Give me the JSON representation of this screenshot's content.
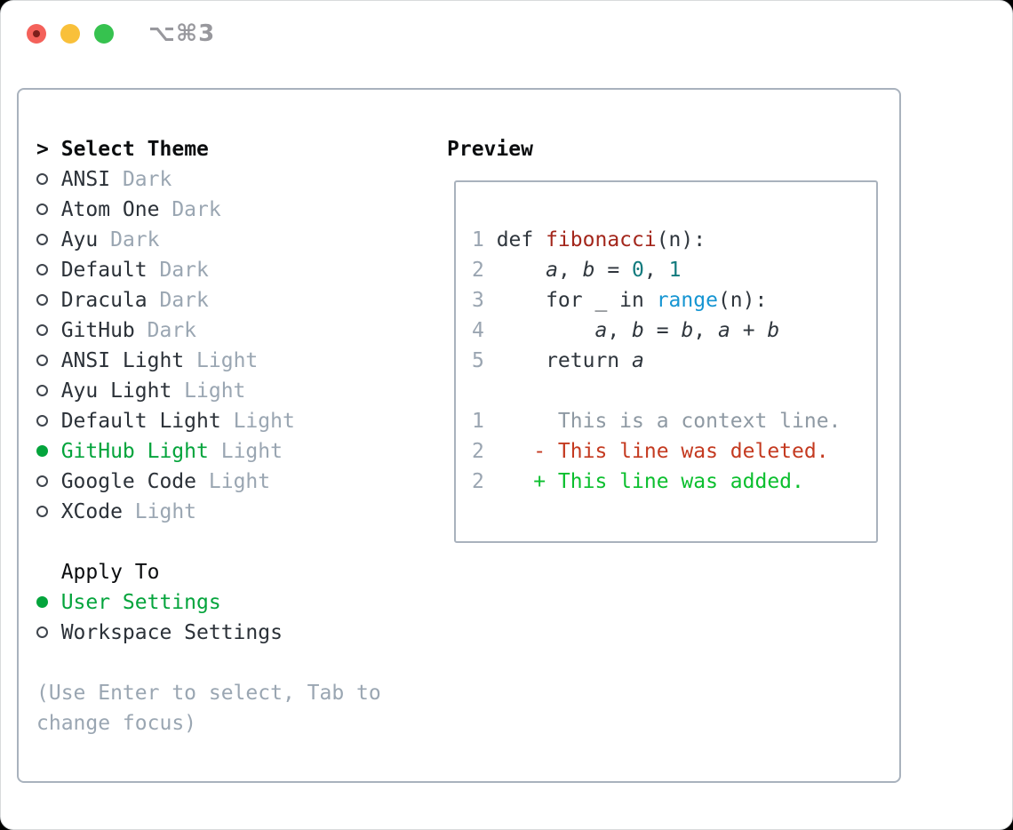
{
  "titlebar": {
    "title": "⌥⌘3"
  },
  "panel": {
    "theme_selector": {
      "header_prefix": ">",
      "header": "Select Theme",
      "items": [
        {
          "name": "ANSI",
          "variant": "Dark",
          "selected": false
        },
        {
          "name": "Atom One",
          "variant": "Dark",
          "selected": false
        },
        {
          "name": "Ayu",
          "variant": "Dark",
          "selected": false
        },
        {
          "name": "Default",
          "variant": "Dark",
          "selected": false
        },
        {
          "name": "Dracula",
          "variant": "Dark",
          "selected": false
        },
        {
          "name": "GitHub",
          "variant": "Dark",
          "selected": false
        },
        {
          "name": "ANSI Light",
          "variant": "Light",
          "selected": false
        },
        {
          "name": "Ayu Light",
          "variant": "Light",
          "selected": false
        },
        {
          "name": "Default Light",
          "variant": "Light",
          "selected": false
        },
        {
          "name": "GitHub Light",
          "variant": "Light",
          "selected": true
        },
        {
          "name": "Google Code",
          "variant": "Light",
          "selected": false
        },
        {
          "name": "XCode",
          "variant": "Light",
          "selected": false
        }
      ],
      "apply_to": {
        "header": "Apply To",
        "options": [
          {
            "label": "User Settings",
            "selected": true
          },
          {
            "label": "Workspace Settings",
            "selected": false
          }
        ]
      },
      "hint": "(Use Enter to select, Tab to change focus)"
    },
    "preview": {
      "header": "Preview",
      "lines": [
        {
          "n": "1",
          "segs": [
            {
              "t": "def ",
              "s": "plain"
            },
            {
              "t": "fibonacci",
              "s": "function"
            },
            {
              "t": "(n):",
              "s": "plain"
            }
          ]
        },
        {
          "n": "2",
          "segs": [
            {
              "t": "    ",
              "s": "plain"
            },
            {
              "t": "a",
              "s": "variable"
            },
            {
              "t": ", ",
              "s": "plain"
            },
            {
              "t": "b",
              "s": "variable"
            },
            {
              "t": " = ",
              "s": "plain"
            },
            {
              "t": "0",
              "s": "number"
            },
            {
              "t": ", ",
              "s": "plain"
            },
            {
              "t": "1",
              "s": "number"
            }
          ]
        },
        {
          "n": "3",
          "segs": [
            {
              "t": "    for _ in ",
              "s": "plain"
            },
            {
              "t": "range",
              "s": "builtin"
            },
            {
              "t": "(n):",
              "s": "plain"
            }
          ]
        },
        {
          "n": "4",
          "segs": [
            {
              "t": "        ",
              "s": "plain"
            },
            {
              "t": "a",
              "s": "variable"
            },
            {
              "t": ", ",
              "s": "plain"
            },
            {
              "t": "b",
              "s": "variable"
            },
            {
              "t": " = ",
              "s": "plain"
            },
            {
              "t": "b",
              "s": "variable"
            },
            {
              "t": ", ",
              "s": "plain"
            },
            {
              "t": "a",
              "s": "variable"
            },
            {
              "t": " + ",
              "s": "plain"
            },
            {
              "t": "b",
              "s": "variable"
            }
          ]
        },
        {
          "n": "5",
          "segs": [
            {
              "t": "    return ",
              "s": "plain"
            },
            {
              "t": "a",
              "s": "variable"
            }
          ]
        },
        {
          "n": "",
          "segs": []
        },
        {
          "n": "1",
          "segs": [
            {
              "t": "     This is a context line.",
              "s": "context"
            }
          ]
        },
        {
          "n": "2",
          "segs": [
            {
              "t": "   ",
              "s": "plain"
            },
            {
              "t": "- This line was deleted.",
              "s": "deleted"
            }
          ]
        },
        {
          "n": "2",
          "segs": [
            {
              "t": "   ",
              "s": "plain"
            },
            {
              "t": "+ This line was added.",
              "s": "added"
            }
          ]
        }
      ]
    }
  },
  "colors": {
    "page_bg": "#000000",
    "window_bg": "#ffffff",
    "panel_border": "#a9b2bd",
    "text_primary": "#2b3138",
    "text_secondary": "#9aa6b2",
    "header_text": "#0b0d0f",
    "selection_green": "#04a43c",
    "traffic_red": "#f4615a",
    "traffic_red_dot": "#7d1f1b",
    "traffic_yellow": "#f9c03a",
    "traffic_green": "#36c24f",
    "title_gray": "#98989d",
    "lineno_gray": "#9aa5b1",
    "code_plain": "#2f363d",
    "code_function": "#a3261b",
    "code_number": "#117a7d",
    "code_builtin": "#1595d2",
    "diff_context": "#8e99a3",
    "diff_deleted": "#c43a20",
    "diff_added": "#0bbf2e"
  }
}
